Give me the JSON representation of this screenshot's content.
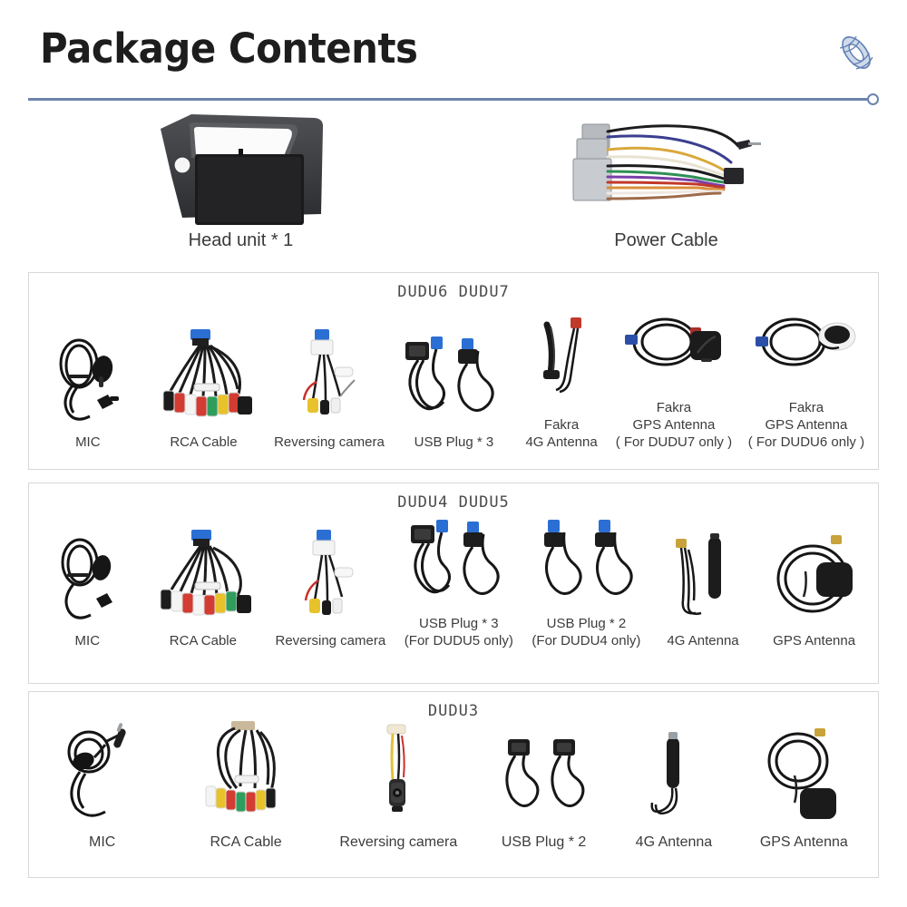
{
  "header": {
    "title": "Package Contents",
    "decor_icon": "coil-spring-icon",
    "accent_color": "#6b83ad"
  },
  "top_row": [
    {
      "icon": "head-unit-image",
      "label": "Head unit * 1"
    },
    {
      "icon": "power-cable-image",
      "label": "Power Cable"
    }
  ],
  "sections": [
    {
      "title": "DUDU6  DUDU7",
      "items": [
        {
          "icon": "mic-image",
          "label": "MIC"
        },
        {
          "icon": "rca-cable-image",
          "label": "RCA Cable"
        },
        {
          "icon": "reversing-camera-image",
          "label": "Reversing camera"
        },
        {
          "icon": "usb-plug-image",
          "label": "USB Plug * 3"
        },
        {
          "icon": "fakra-4g-antenna-image",
          "label": "Fakra\n4G Antenna"
        },
        {
          "icon": "fakra-gps-antenna-image",
          "label": "Fakra\nGPS Antenna\n( For DUDU7 only )"
        },
        {
          "icon": "fakra-gps-antenna-image",
          "label": "Fakra\nGPS Antenna\n( For DUDU6 only )"
        }
      ]
    },
    {
      "title": "DUDU4  DUDU5",
      "items": [
        {
          "icon": "mic-image",
          "label": "MIC"
        },
        {
          "icon": "rca-cable-image",
          "label": "RCA Cable"
        },
        {
          "icon": "reversing-camera-image",
          "label": "Reversing camera"
        },
        {
          "icon": "usb-plug-image",
          "label": "USB Plug * 3\n(For DUDU5 only)"
        },
        {
          "icon": "usb-plug-image",
          "label": "USB Plug * 2\n(For DUDU4 only)"
        },
        {
          "icon": "4g-antenna-image",
          "label": "4G Antenna"
        },
        {
          "icon": "gps-antenna-image",
          "label": "GPS Antenna"
        }
      ]
    },
    {
      "title": "DUDU3",
      "items": [
        {
          "icon": "mic-image",
          "label": "MIC"
        },
        {
          "icon": "rca-cable-image",
          "label": "RCA Cable"
        },
        {
          "icon": "reversing-camera-image",
          "label": "Reversing camera"
        },
        {
          "icon": "usb-plug-image",
          "label": "USB Plug * 2"
        },
        {
          "icon": "4g-antenna-image",
          "label": "4G Antenna"
        },
        {
          "icon": "gps-antenna-image",
          "label": "GPS Antenna"
        }
      ]
    }
  ]
}
